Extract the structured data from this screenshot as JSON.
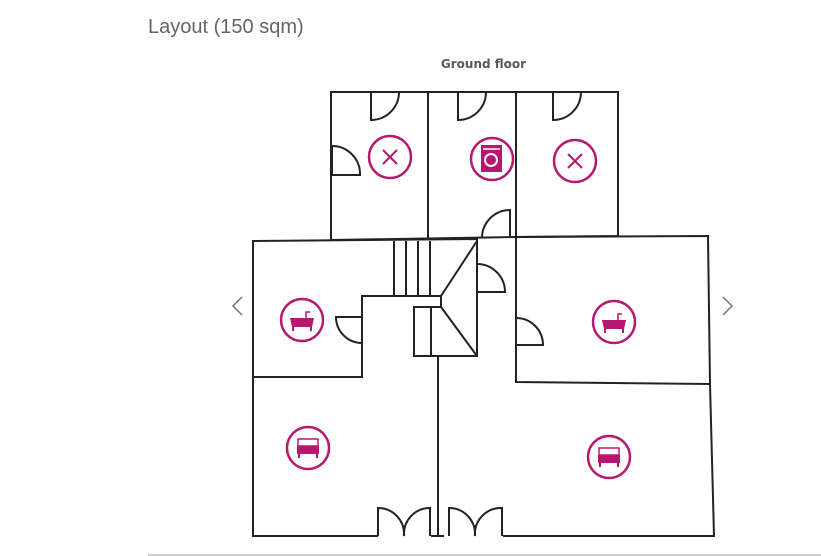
{
  "header": {
    "title": "Layout (150 sqm)"
  },
  "carousel": {
    "current_floor": "Ground floor",
    "prev_icon": "chevron-left-icon",
    "next_icon": "chevron-right-icon"
  },
  "colors": {
    "accent": "#b5186e",
    "wall": "#222222",
    "title_text": "#6b6360",
    "floor_label_text": "#5d5655"
  },
  "rooms": [
    {
      "type": "other",
      "icon": "x-icon"
    },
    {
      "type": "laundry",
      "icon": "washing-machine-icon"
    },
    {
      "type": "other",
      "icon": "x-icon"
    },
    {
      "type": "bathroom",
      "icon": "bathtub-icon"
    },
    {
      "type": "bathroom",
      "icon": "bathtub-icon"
    },
    {
      "type": "bedroom",
      "icon": "bed-icon"
    },
    {
      "type": "bedroom",
      "icon": "bed-icon"
    }
  ]
}
